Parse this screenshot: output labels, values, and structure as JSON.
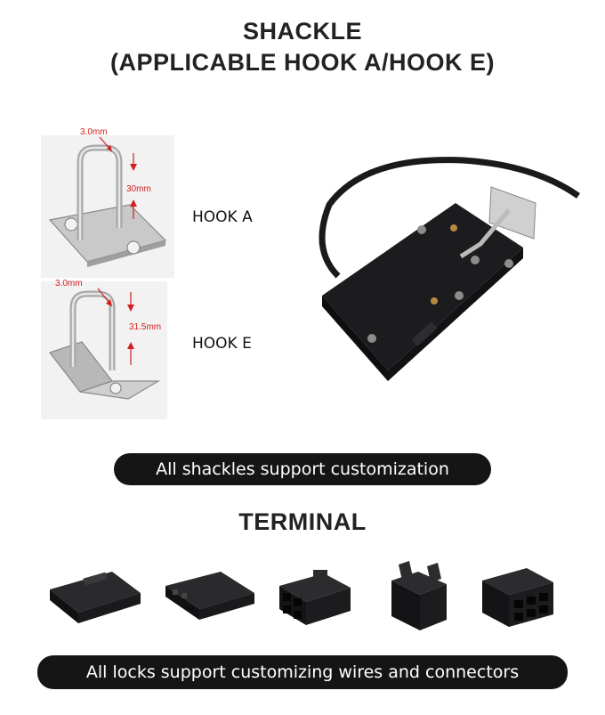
{
  "shackle": {
    "title_line1": "SHACKLE",
    "title_line2": "(APPLICABLE HOOK A/HOOK E)",
    "hook_a": {
      "label": "HOOK A",
      "dim_wire": "3.0mm",
      "dim_height": "30mm"
    },
    "hook_e": {
      "label": "HOOK E",
      "dim_wire": "3.0mm",
      "dim_height": "31.5mm"
    },
    "banner": "All shackles support customization"
  },
  "terminal": {
    "title": "TERMINAL",
    "banner": "All locks support customizing wires and connectors"
  },
  "colors": {
    "banner_bg": "#151515",
    "dimension_red": "#d21f1f",
    "lock_body": "#1c1c1e"
  }
}
